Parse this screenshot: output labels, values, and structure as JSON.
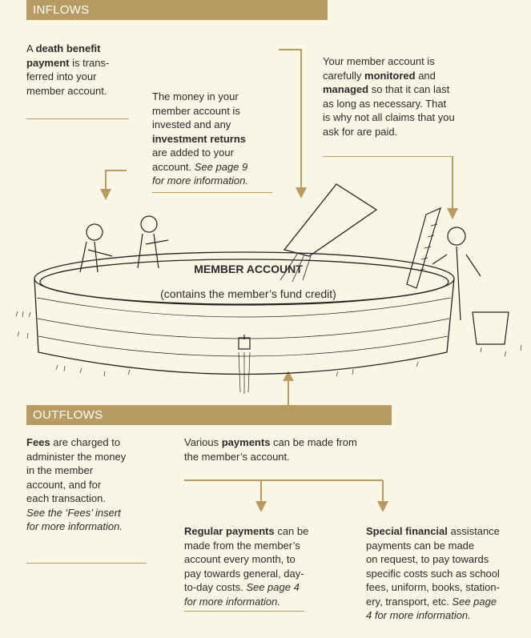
{
  "inflows": {
    "header": "INFLOWS",
    "death_benefit": {
      "pre": "A ",
      "bold": "death benefit payment",
      "post": " is transferred into your member account.",
      "line1_pre": "A ",
      "line1_bold": "death benefit",
      "line2_bold": "payment",
      "line2_post": " is trans-",
      "line3": "ferred into your",
      "line4": "member account."
    },
    "investment": {
      "line1": "The money in your",
      "line2": "member account is",
      "line3": "invested and any",
      "line4_bold": "investment returns",
      "line5": "are added to your",
      "line6_pre": "account. ",
      "line6_italic": "See page 9",
      "line7_italic": "for more information."
    },
    "monitored": {
      "line1": "Your member account is",
      "line2_pre": "carefully ",
      "line2_bold": "monitored",
      "line2_post": " and",
      "line3_bold": "managed",
      "line3_post": " so that it can last",
      "line4": "as long as necessary. That",
      "line5": "is why not all claims that you",
      "line6": "ask for are paid."
    }
  },
  "tank": {
    "title": "MEMBER ACCOUNT",
    "subtitle": "(contains the member’s fund credit)"
  },
  "outflows": {
    "header": "OUTFLOWS",
    "fees": {
      "line1_bold": "Fees",
      "line1_post": " are charged to",
      "line2": "administer the money",
      "line3": "in the member",
      "line4": "account, and for",
      "line5": "each transaction.",
      "line6_italic": "See the ‘Fees’ insert",
      "line7_italic": "for more information."
    },
    "various": {
      "line1_pre": "Various ",
      "line1_bold": "payments",
      "line1_post": " can be made from",
      "line2": "the member’s account."
    },
    "regular": {
      "line1_bold": "Regular payments",
      "line1_post": " can be",
      "line2": "made from the member’s",
      "line3": "account every month, to",
      "line4": "pay towards general, day-",
      "line5_pre": "to-day costs. ",
      "line5_italic": "See page 4",
      "line6_italic": "for more information."
    },
    "special": {
      "line1_bold": "Special financial",
      "line1_post": " assistance",
      "line2": "payments can be made",
      "line3": "on request, to pay towards",
      "line4": "specific costs such as school",
      "line5": "fees, uniform, books, station-",
      "line6_pre": "ery, transport, etc. ",
      "line6_italic": "See page",
      "line7_italic": "4 for more information."
    }
  },
  "colors": {
    "accent": "#b89b62",
    "background": "#faf6e6",
    "text": "#2b2b2b"
  }
}
